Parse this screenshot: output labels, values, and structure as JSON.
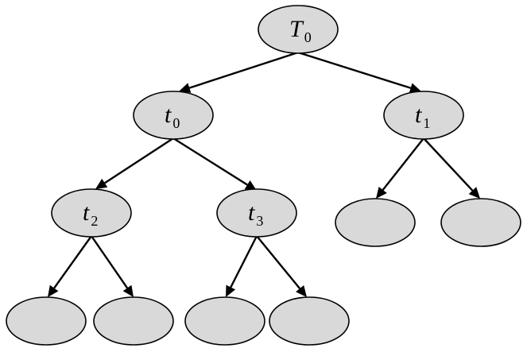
{
  "diagram": {
    "type": "tree",
    "node_fill": "#d9d9d9",
    "stroke_color": "#000000",
    "nodes": [
      {
        "id": "T0",
        "letter": "T",
        "sub": "0"
      },
      {
        "id": "t0",
        "letter": "t",
        "sub": "0"
      },
      {
        "id": "t1",
        "letter": "t",
        "sub": "1"
      },
      {
        "id": "t2",
        "letter": "t",
        "sub": "2"
      },
      {
        "id": "t3",
        "letter": "t",
        "sub": "3"
      },
      {
        "id": "t1a",
        "letter": "",
        "sub": ""
      },
      {
        "id": "t1b",
        "letter": "",
        "sub": ""
      },
      {
        "id": "t2a",
        "letter": "",
        "sub": ""
      },
      {
        "id": "t2b",
        "letter": "",
        "sub": ""
      },
      {
        "id": "t3a",
        "letter": "",
        "sub": ""
      },
      {
        "id": "t3b",
        "letter": "",
        "sub": ""
      }
    ],
    "edges": [
      {
        "from": "T0",
        "to": "t0"
      },
      {
        "from": "T0",
        "to": "t1"
      },
      {
        "from": "t0",
        "to": "t2"
      },
      {
        "from": "t0",
        "to": "t3"
      },
      {
        "from": "t1",
        "to": "t1a"
      },
      {
        "from": "t1",
        "to": "t1b"
      },
      {
        "from": "t2",
        "to": "t2a"
      },
      {
        "from": "t2",
        "to": "t2b"
      },
      {
        "from": "t3",
        "to": "t3a"
      },
      {
        "from": "t3",
        "to": "t3b"
      }
    ]
  }
}
